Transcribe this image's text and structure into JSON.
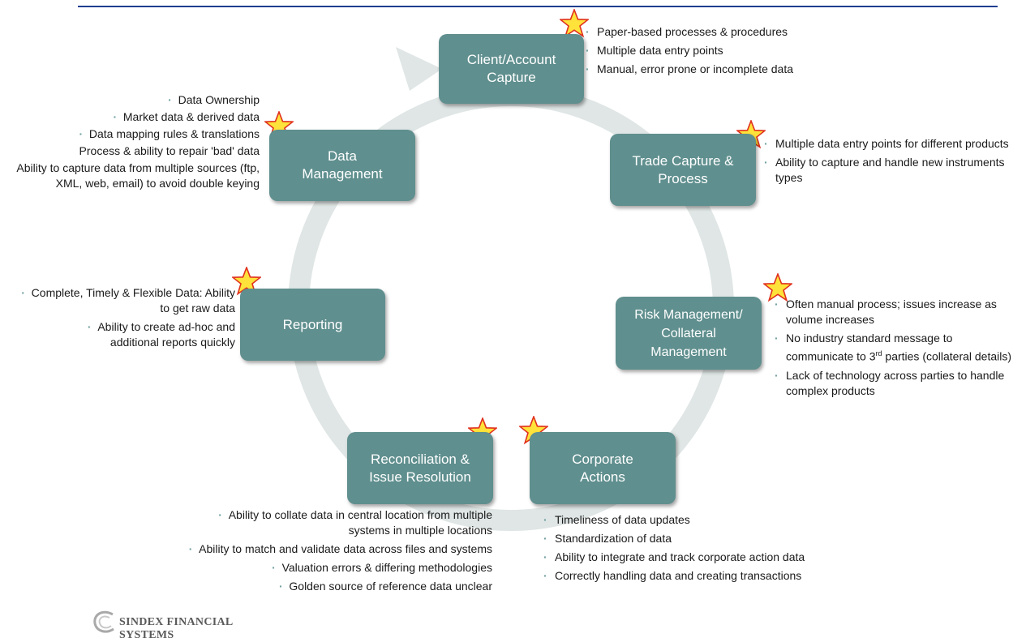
{
  "nodes": {
    "client": [
      "Client/Account",
      "Capture"
    ],
    "trade": [
      "Trade Capture &",
      "Process"
    ],
    "risk": [
      "Risk Management/",
      "Collateral",
      "Management"
    ],
    "corporate": [
      "Corporate",
      "Actions"
    ],
    "recon": [
      "Reconciliation &",
      "Issue Resolution"
    ],
    "reporting": [
      "Reporting"
    ],
    "data_mgmt": [
      "Data",
      "Management"
    ]
  },
  "notes": {
    "client": [
      "Paper-based processes & procedures",
      "Multiple data entry points",
      "Manual, error prone or incomplete data"
    ],
    "trade": [
      "Multiple data entry points for different products",
      "Ability to capture and handle new instruments types"
    ],
    "risk": {
      "item1": "Often manual process; issues increase as volume increases",
      "item2_pre": "No industry standard message to communicate to 3",
      "item2_sup": "rd",
      "item2_post": " parties (collateral details)",
      "item3": "Lack of technology across parties to handle complex products"
    },
    "corporate": [
      "Timeliness of data updates",
      "Standardization of data",
      "Ability to integrate and track corporate action data",
      "Correctly handling data and creating transactions"
    ],
    "recon": [
      "Ability to collate data in central location from multiple systems in multiple locations",
      "Ability to match and validate data across files and systems",
      "Valuation errors & differing methodologies",
      "Golden source of reference data unclear"
    ],
    "reporting": [
      "Complete, Timely & Flexible Data: Ability to get raw data",
      "Ability to create ad-hoc and additional reports quickly"
    ],
    "data_mgmt": [
      "Data Ownership",
      "Market data & derived data",
      "Data mapping rules & translations",
      "Process & ability to repair 'bad' data",
      "Ability to capture data from multiple sources (ftp, XML, web, email) to avoid double keying"
    ]
  },
  "logo_text": "SINDEX FINANCIAL SYSTEMS",
  "colors": {
    "node": "#5f8f8e",
    "cycle": "#dfe6e5",
    "star_fill": "#ffe23a",
    "star_stroke": "#e0301e",
    "header_rule": "#1f3f8f"
  }
}
